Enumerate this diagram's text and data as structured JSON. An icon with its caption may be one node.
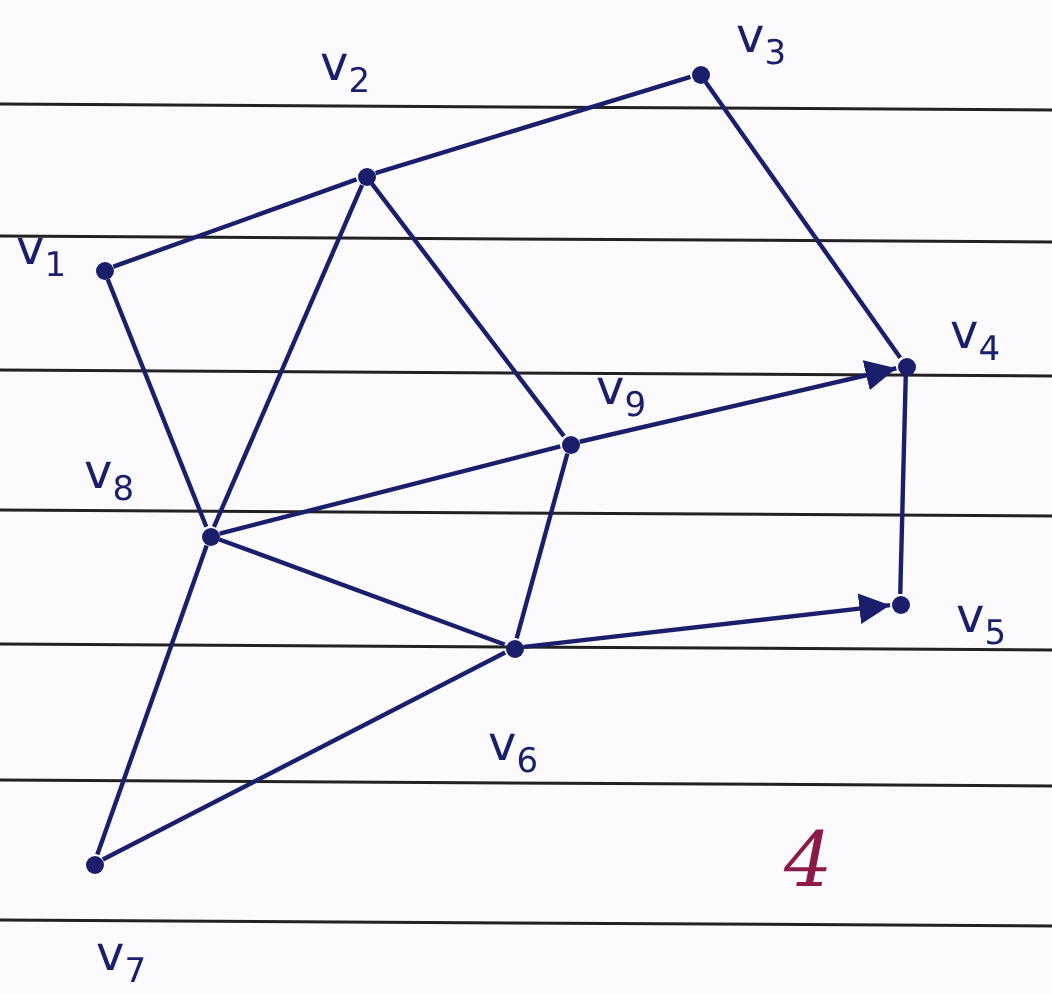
{
  "diagram": {
    "nodes": [
      {
        "text": [],
        "shape": "circle",
        "beside": [
          "v$_{1}$"
        ]
      },
      {
        "text": [],
        "shape": "circle",
        "beside": [
          "v$_{2}$"
        ]
      },
      {
        "text": [],
        "shape": "circle",
        "beside": [
          "v$_{3}$"
        ]
      },
      {
        "text": [],
        "shape": "circle",
        "beside": [
          "v$_{4}$"
        ]
      },
      {
        "text": [],
        "shape": "circle",
        "beside": [
          "v$_{5}$"
        ]
      },
      {
        "text": [],
        "shape": "circle",
        "beside": [
          "v$_{6}$"
        ]
      },
      {
        "text": [],
        "shape": "circle",
        "beside": [
          "v$_{7}$"
        ]
      },
      {
        "text": [],
        "shape": "circle",
        "beside": [
          "v$_{8}$"
        ]
      },
      {
        "text": [],
        "shape": "circle",
        "beside": [
          "v$_{9}$"
        ]
      }
    ],
    "edges": [
      {
        "from": 0,
        "to": 1,
        "arrow": "none"
      },
      {
        "from": 1,
        "to": 2,
        "arrow": "none"
      },
      {
        "from": 2,
        "to": 3,
        "arrow": "none"
      },
      {
        "from": 0,
        "to": 7,
        "arrow": "none"
      },
      {
        "from": 1,
        "to": 7,
        "arrow": "none"
      },
      {
        "from": 1,
        "to": 8,
        "arrow": "none"
      },
      {
        "from": 7,
        "to": 8,
        "arrow": "none"
      },
      {
        "from": 8,
        "to": 3,
        "arrow": "to"
      },
      {
        "from": 3,
        "to": 4,
        "arrow": "none"
      },
      {
        "from": 7,
        "to": 5,
        "arrow": "none"
      },
      {
        "from": 8,
        "to": 5,
        "arrow": "none"
      },
      {
        "from": 5,
        "to": 4,
        "arrow": "to"
      },
      {
        "from": 7,
        "to": 6,
        "arrow": "none"
      },
      {
        "from": 6,
        "to": 5,
        "arrow": "none"
      }
    ],
    "labels": [
      "4"
    ]
  }
}
